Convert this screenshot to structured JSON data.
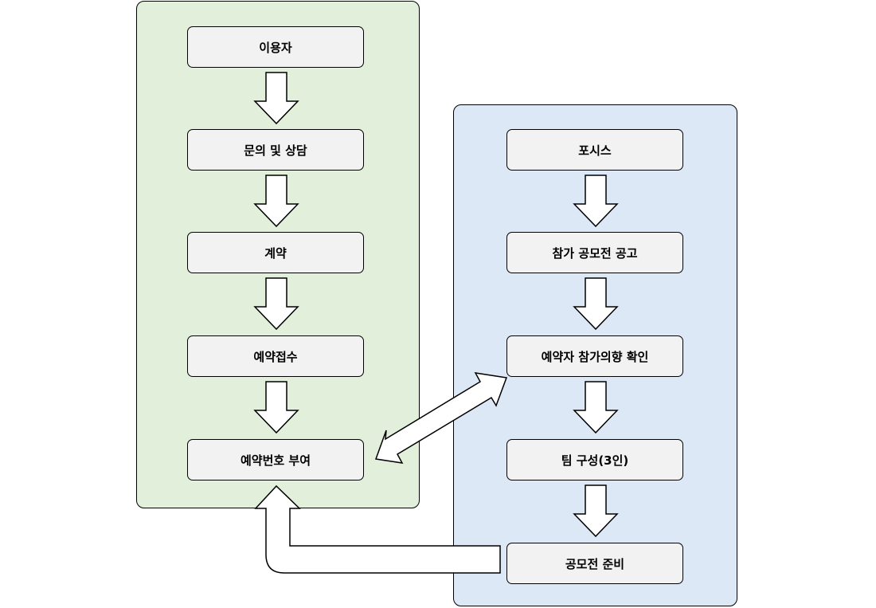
{
  "left_flow": {
    "steps": [
      "이용자",
      "문의 및 상담",
      "계약",
      "예약접수",
      "예약번호 부여"
    ]
  },
  "right_flow": {
    "steps": [
      "포시스",
      "참가 공모전 공고",
      "예약자 참가의향 확인",
      "팀 구성(3인)",
      "공모전 준비"
    ]
  },
  "colors": {
    "left_panel": "#e2efda",
    "right_panel": "#dce8f5",
    "node_fill": "#f2f2f2",
    "stroke": "#000000"
  }
}
